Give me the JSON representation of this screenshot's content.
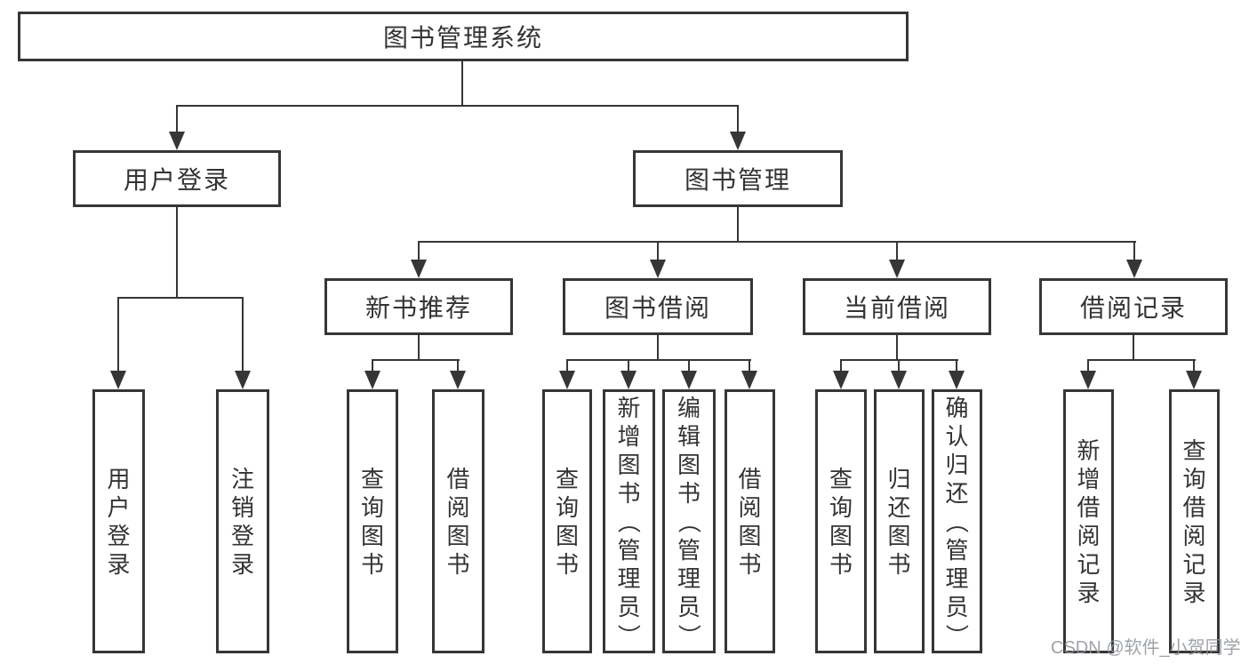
{
  "diagram": {
    "root": {
      "label": "图书管理系统"
    },
    "branches": [
      {
        "label": "用户登录",
        "children": [
          {
            "label": "用户登录"
          },
          {
            "label": "注销登录"
          }
        ]
      },
      {
        "label": "图书管理",
        "sections": [
          {
            "label": "新书推荐",
            "children": [
              {
                "label": "查询图书"
              },
              {
                "label": "借阅图书"
              }
            ]
          },
          {
            "label": "图书借阅",
            "children": [
              {
                "label": "查询图书"
              },
              {
                "label": "新增图书（管理员）"
              },
              {
                "label": "编辑图书（管理员）"
              },
              {
                "label": "借阅图书"
              }
            ]
          },
          {
            "label": "当前借阅",
            "children": [
              {
                "label": "查询图书"
              },
              {
                "label": "归还图书"
              },
              {
                "label": "确认归还（管理员）"
              }
            ]
          },
          {
            "label": "借阅记录",
            "children": [
              {
                "label": "新增借阅记录"
              },
              {
                "label": "查询借阅记录"
              }
            ]
          }
        ]
      }
    ]
  },
  "colors": {
    "line": "#363636",
    "text": "#333333",
    "watermark": "#8e9399"
  },
  "watermark": {
    "text": "CSDN @软件_小贺同学"
  }
}
